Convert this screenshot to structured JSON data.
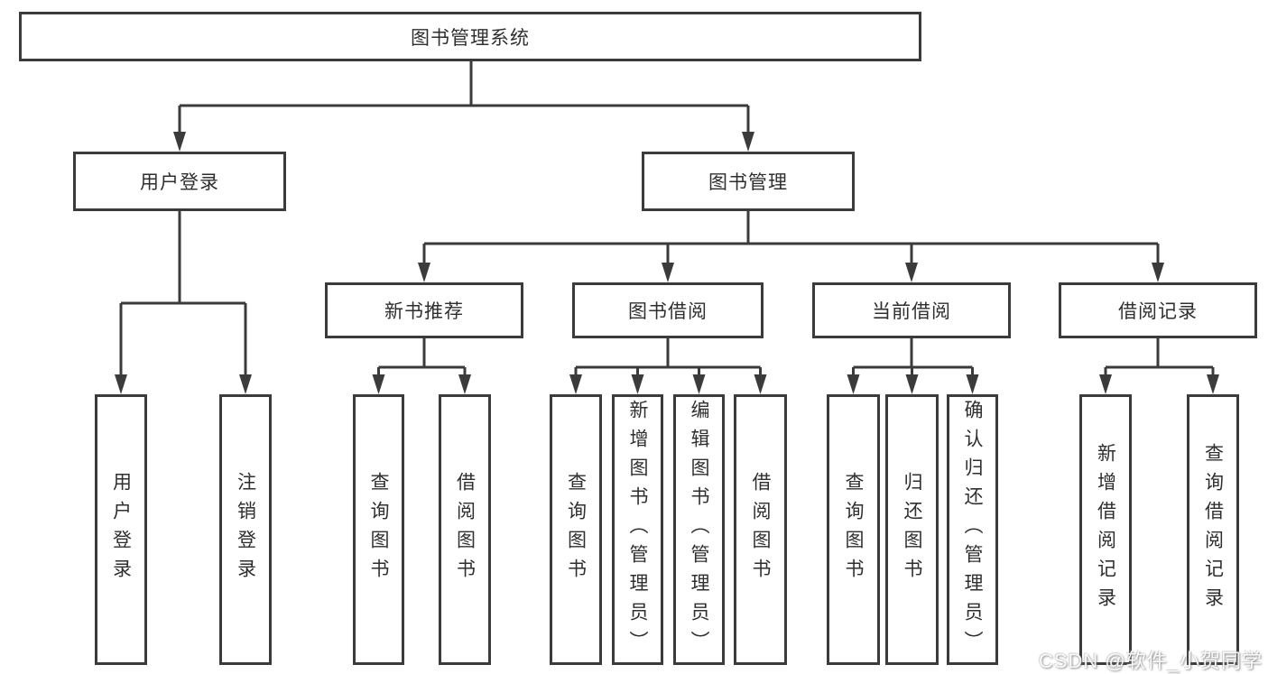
{
  "diagram": {
    "title": "图书管理系统",
    "root": {
      "label": "图书管理系统"
    },
    "level2": [
      {
        "label": "用户登录"
      },
      {
        "label": "图书管理"
      }
    ],
    "level3": [
      {
        "label": "新书推荐"
      },
      {
        "label": "图书借阅"
      },
      {
        "label": "当前借阅"
      },
      {
        "label": "借阅记录"
      }
    ],
    "leaves": [
      {
        "label": "用户登录",
        "parent": "用户登录"
      },
      {
        "label": "注销登录",
        "parent": "用户登录"
      },
      {
        "label": "查询图书",
        "parent": "新书推荐"
      },
      {
        "label": "借阅图书",
        "parent": "新书推荐"
      },
      {
        "label": "查询图书",
        "parent": "图书借阅"
      },
      {
        "label": "新增图书（管理员）",
        "parent": "图书借阅"
      },
      {
        "label": "编辑图书（管理员）",
        "parent": "图书借阅"
      },
      {
        "label": "借阅图书",
        "parent": "图书借阅"
      },
      {
        "label": "查询图书",
        "parent": "当前借阅"
      },
      {
        "label": "归还图书",
        "parent": "当前借阅"
      },
      {
        "label": "确认归还（管理员）",
        "parent": "当前借阅"
      },
      {
        "label": "新增借阅记录",
        "parent": "借阅记录"
      },
      {
        "label": "查询借阅记录",
        "parent": "借阅记录"
      }
    ]
  },
  "watermark": {
    "text": "CSDN @软件_小贺同学"
  },
  "colors": {
    "line": "#3b3b3b",
    "background": "#ffffff",
    "watermark": "#e0e0e0"
  }
}
